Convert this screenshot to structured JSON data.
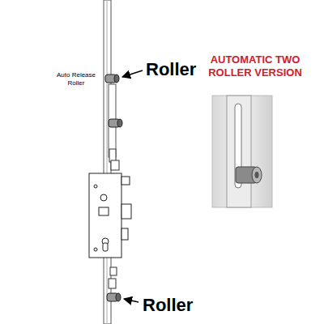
{
  "diagram": {
    "labels": [
      "Roller",
      "Auto Release Roller",
      "AUTOMATIC TWO ROLLER VERSION",
      "Roller"
    ]
  }
}
